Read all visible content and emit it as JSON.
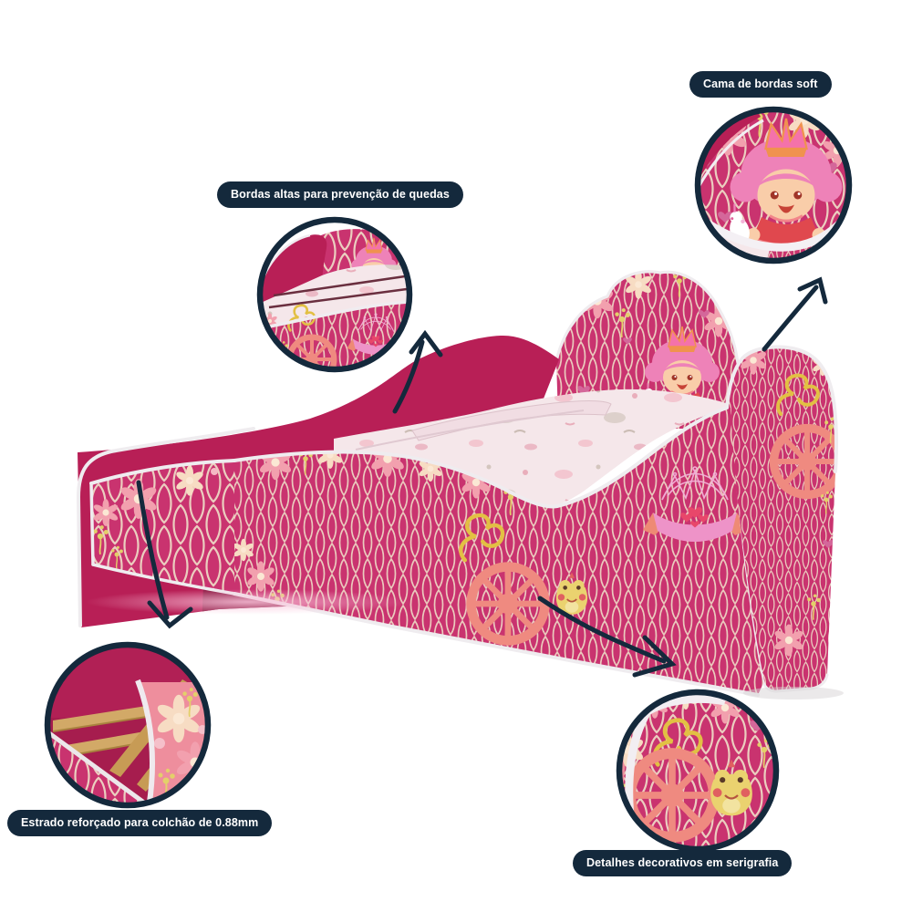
{
  "annotations": {
    "soft_border": {
      "label": "Cama de bordas soft"
    },
    "high_border": {
      "label": "Bordas altas para prevenção de quedas"
    },
    "slat_base": {
      "label": "Estrado reforçado para colchão de 0.88mm"
    },
    "serigraphy": {
      "label": "Detalhes decorativos em serigrafia"
    }
  },
  "colors": {
    "callout_navy": "#14293c",
    "bed_solid_pink": "#b81f56",
    "pattern_pink": "#c9336f",
    "pattern_lines": "#eedcc6",
    "mattress": "#f5e7ea",
    "trim_white": "#efecef",
    "wheel_salmon": "#ef8a80",
    "gold_detail": "#e2c043",
    "frog_yellow": "#ead26f",
    "hair_pink": "#ee82b8",
    "skin_tone": "#f9cda9",
    "banner_pink": "#ee93c8",
    "heart_red": "#e8476a",
    "slat_wood": "#d2a967",
    "glow_pink": "#f9c3da",
    "floral_panel": "#ee8e9d"
  }
}
